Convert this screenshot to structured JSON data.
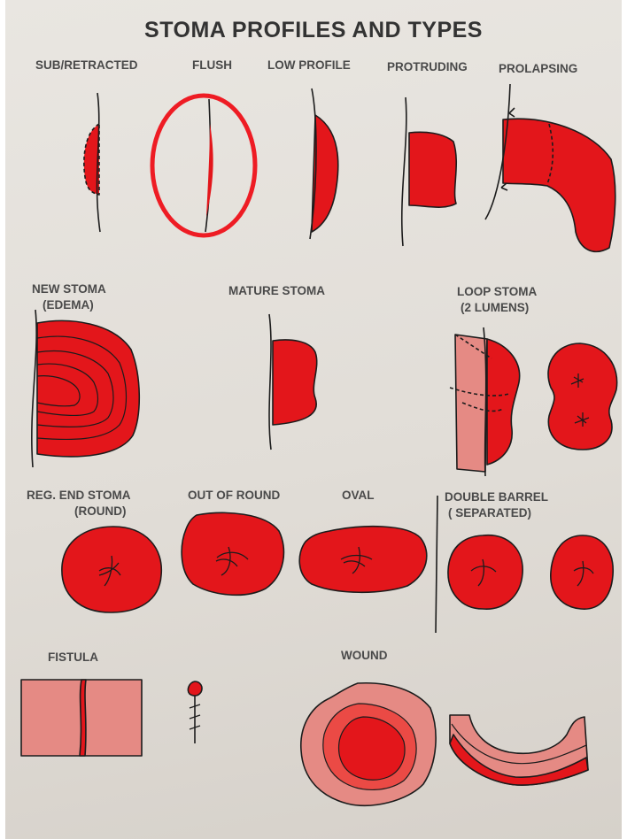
{
  "title": "STOMA PROFILES AND TYPES",
  "profiles": {
    "sub_retracted": "SUB/RETRACTED",
    "flush": "FLUSH",
    "low_profile": "LOW PROFILE",
    "protruding": "PROTRUDING",
    "prolapsing": "PROLAPSING"
  },
  "types": {
    "new_stoma": "NEW STOMA",
    "new_stoma_sub": "(EDEMA)",
    "mature_stoma": "MATURE STOMA",
    "loop_stoma": "LOOP STOMA",
    "loop_stoma_sub": "(2 LUMENS)"
  },
  "shapes": {
    "reg_end_stoma": "REG. END STOMA",
    "reg_end_stoma_sub": "(ROUND)",
    "out_of_round": "OUT OF ROUND",
    "oval": "OVAL",
    "double_barrel": "DOUBLE BARREL",
    "double_barrel_sub": "( SEPARATED)"
  },
  "other": {
    "fistula": "FISTULA",
    "wound": "WOUND"
  },
  "colors": {
    "stoma_red": "#e3161b",
    "skin_pink": "#e58a84",
    "highlight_ring": "#ee1c24",
    "outline": "#1c1c1c"
  }
}
